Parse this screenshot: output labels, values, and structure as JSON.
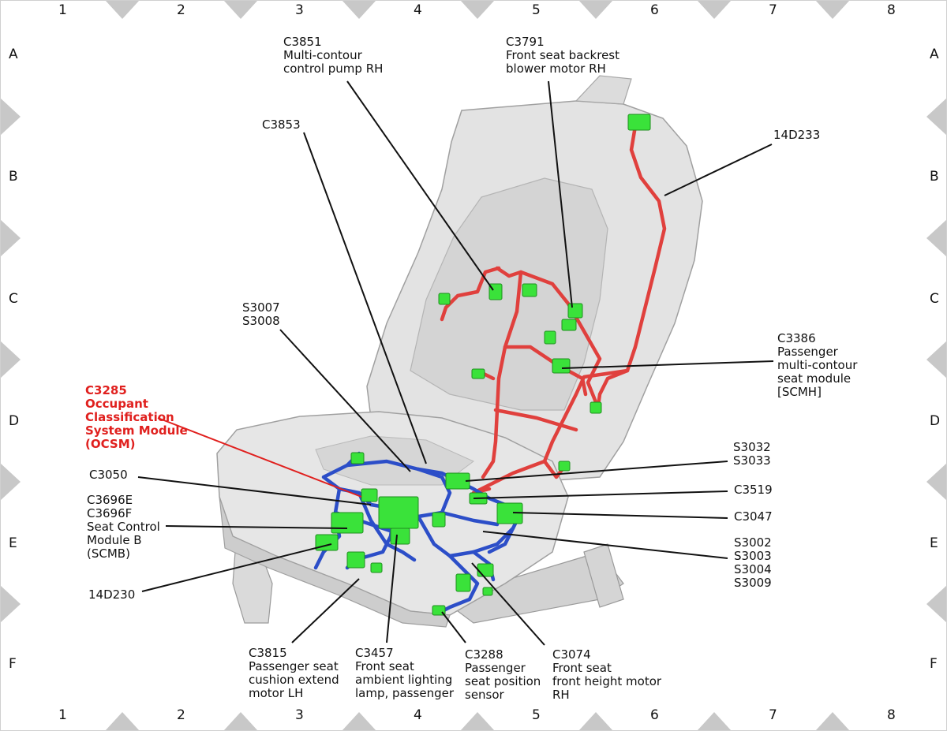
{
  "colors": {
    "seat_fill": "#dedede",
    "seat_stroke": "#a9a9a9",
    "harness_red": "#e0403d",
    "harness_blue": "#2c4ec8",
    "connector_green": "#3ae23a",
    "highlight_label": "#e0201e",
    "leader_line": "#111111",
    "border_marker": "#c8c8c8"
  },
  "grid": {
    "columns": [
      "1",
      "2",
      "3",
      "4",
      "5",
      "6",
      "7",
      "8"
    ],
    "rows": [
      "A",
      "B",
      "C",
      "D",
      "E",
      "F"
    ]
  },
  "callouts": [
    {
      "id": "c3851",
      "lines": [
        "C3851",
        "Multi-contour",
        "control pump RH"
      ],
      "highlight": false
    },
    {
      "id": "c3791",
      "lines": [
        "C3791",
        "Front seat backrest",
        "blower motor RH"
      ],
      "highlight": false
    },
    {
      "id": "c3853",
      "lines": [
        "C3853"
      ],
      "highlight": false
    },
    {
      "id": "14d233",
      "lines": [
        "14D233"
      ],
      "highlight": false
    },
    {
      "id": "s3007",
      "lines": [
        "S3007",
        "S3008"
      ],
      "highlight": false
    },
    {
      "id": "c3386",
      "lines": [
        "C3386",
        "Passenger",
        "multi-contour",
        "seat module",
        "[SCMH]"
      ],
      "highlight": false
    },
    {
      "id": "c3285",
      "lines": [
        "C3285",
        "Occupant",
        "Classification",
        "System Module",
        "(OCSM)"
      ],
      "highlight": true
    },
    {
      "id": "s3032",
      "lines": [
        "S3032",
        "S3033"
      ],
      "highlight": false
    },
    {
      "id": "c3050",
      "lines": [
        "C3050"
      ],
      "highlight": false
    },
    {
      "id": "c3519",
      "lines": [
        "C3519"
      ],
      "highlight": false
    },
    {
      "id": "c3696",
      "lines": [
        "C3696E",
        "C3696F",
        "Seat Control",
        "Module B",
        "(SCMB)"
      ],
      "highlight": false
    },
    {
      "id": "c3047",
      "lines": [
        "C3047"
      ],
      "highlight": false
    },
    {
      "id": "s3002",
      "lines": [
        "S3002",
        "S3003",
        "S3004",
        "S3009"
      ],
      "highlight": false
    },
    {
      "id": "14d230",
      "lines": [
        "14D230"
      ],
      "highlight": false
    },
    {
      "id": "c3815",
      "lines": [
        "C3815",
        "Passenger seat",
        "cushion extend",
        "motor LH"
      ],
      "highlight": false
    },
    {
      "id": "c3457",
      "lines": [
        "C3457",
        "Front seat",
        "ambient lighting",
        "lamp, passenger"
      ],
      "highlight": false
    },
    {
      "id": "c3288",
      "lines": [
        "C3288",
        "Passenger",
        "seat position",
        "sensor"
      ],
      "highlight": false
    },
    {
      "id": "c3074",
      "lines": [
        "C3074",
        "Front seat",
        "front height motor",
        "RH"
      ],
      "highlight": false
    }
  ]
}
